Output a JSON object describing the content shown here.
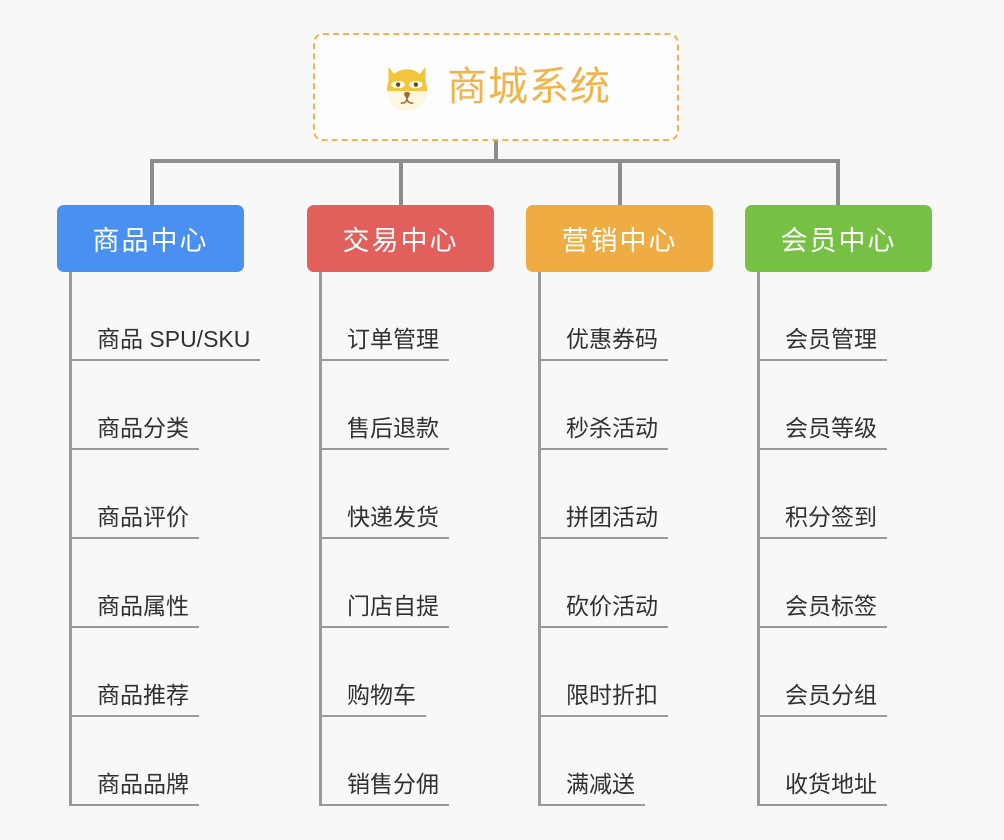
{
  "diagram": {
    "type": "mind-map",
    "background_color": "#f8f8f8",
    "root": {
      "title": "商城系统",
      "icon": "dog-face-icon",
      "accent_color": "#f0b44a",
      "border_style": "dashed"
    },
    "branches": [
      {
        "label": "商品中心",
        "color": "#4a90f0",
        "items": [
          "商品 SPU/SKU",
          "商品分类",
          "商品评价",
          "商品属性",
          "商品推荐",
          "商品品牌"
        ]
      },
      {
        "label": "交易中心",
        "color": "#e2605c",
        "items": [
          "订单管理",
          "售后退款",
          "快递发货",
          "门店自提",
          "购物车",
          "销售分佣"
        ]
      },
      {
        "label": "营销中心",
        "color": "#eeac42",
        "items": [
          "优惠券码",
          "秒杀活动",
          "拼团活动",
          "砍价活动",
          "限时折扣",
          "满减送"
        ]
      },
      {
        "label": "会员中心",
        "color": "#76c043",
        "items": [
          "会员管理",
          "会员等级",
          "积分签到",
          "会员标签",
          "会员分组",
          "收货地址"
        ]
      }
    ],
    "connector_color": "#8d8d8d",
    "leaf_line_color": "#9a9a9a",
    "leaf_text_color": "#303133"
  }
}
